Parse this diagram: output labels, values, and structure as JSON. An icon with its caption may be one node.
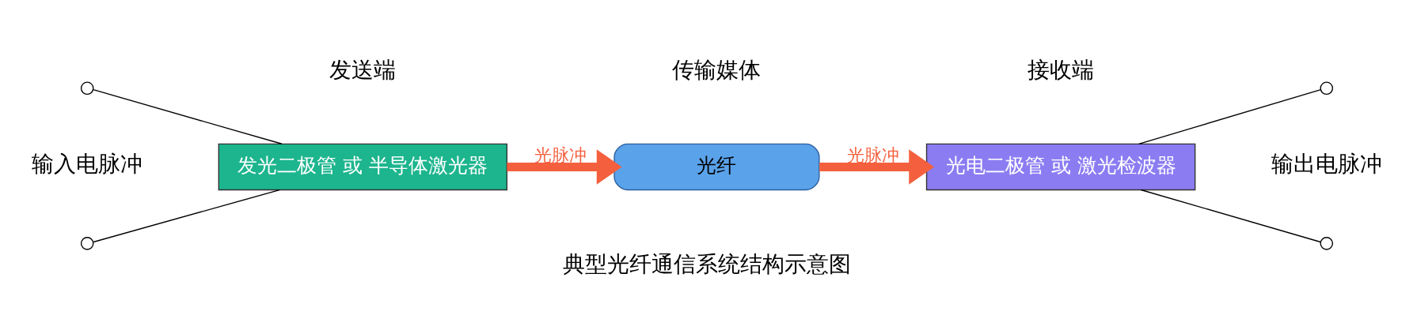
{
  "diagram": {
    "caption": "典型光纤通信系统结构示意图",
    "nodes": [
      {
        "text": [],
        "shape": "circle"
      },
      {
        "text": [],
        "shape": "circle"
      },
      {
        "text": [
          "发光二极管 或 半导体激光器"
        ]
      },
      {
        "text": [
          "光纤"
        ]
      },
      {
        "text": [
          "光电二极管 或 激光检波器"
        ]
      },
      {
        "text": [],
        "shape": "circle"
      },
      {
        "text": [],
        "shape": "circle"
      }
    ],
    "edges": [
      {
        "from": 0,
        "to": 2,
        "arrow": "none"
      },
      {
        "from": 1,
        "to": 2,
        "arrow": "none"
      },
      {
        "from": 2,
        "to": 3,
        "arrow": "to",
        "label": "光脉冲",
        "style": "thick",
        "color": "#f4603e"
      },
      {
        "from": 3,
        "to": 4,
        "arrow": "to",
        "label": "光脉冲",
        "style": "thick",
        "color": "#f4603e"
      },
      {
        "from": 4,
        "to": 5,
        "arrow": "none"
      },
      {
        "from": 4,
        "to": 6,
        "arrow": "none"
      }
    ],
    "labels": [
      "发送端",
      "传输媒体",
      "接收端",
      "输入电脉冲",
      "输出电脉冲"
    ]
  }
}
